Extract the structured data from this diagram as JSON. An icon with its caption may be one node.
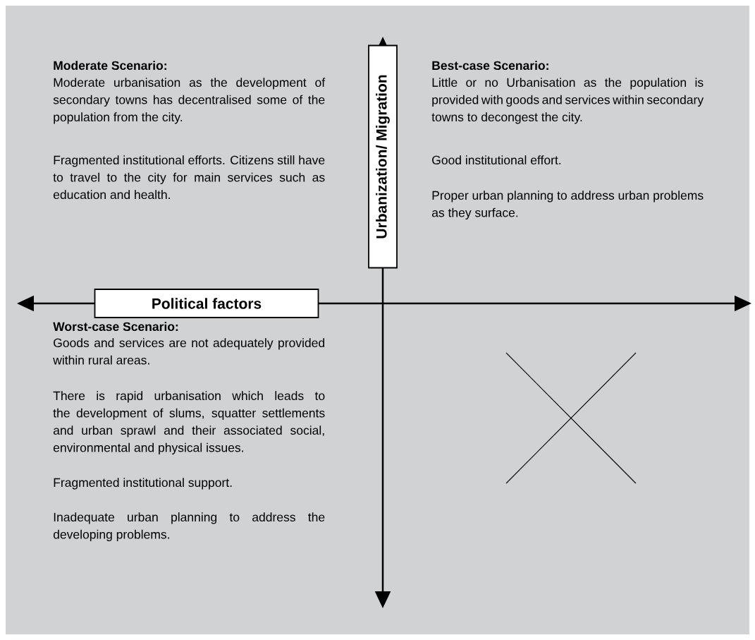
{
  "diagram": {
    "nodes": [
      {
        "text": [
          "Political factors"
        ]
      },
      {
        "text": [
          "Urbanization/ Migration"
        ]
      }
    ],
    "labels": [
      "Moderate Scenario:",
      "Moderate urbanisation as the development of secondary towns has decentralised some of the population from the city.",
      "Fragmented institutional efforts. Citizens still have to travel to the city for main services such as education and health.",
      "Best-case Scenario:",
      "Little or no Urbanisation as the population is provided with goods and services within secondary towns to decongest the city.",
      "Good institutional effort.",
      "Proper urban planning to address urban problems as they surface.",
      "Worst-case Scenario:",
      "Goods and services are not adequately provided within rural areas.",
      "There is rapid urbanisation which leads to the development of slums, squatter settlements and urban sprawl and their associated social, environmental and physical issues.",
      "Fragmented institutional support.",
      "Inadequate urban planning to address the developing problems."
    ]
  }
}
